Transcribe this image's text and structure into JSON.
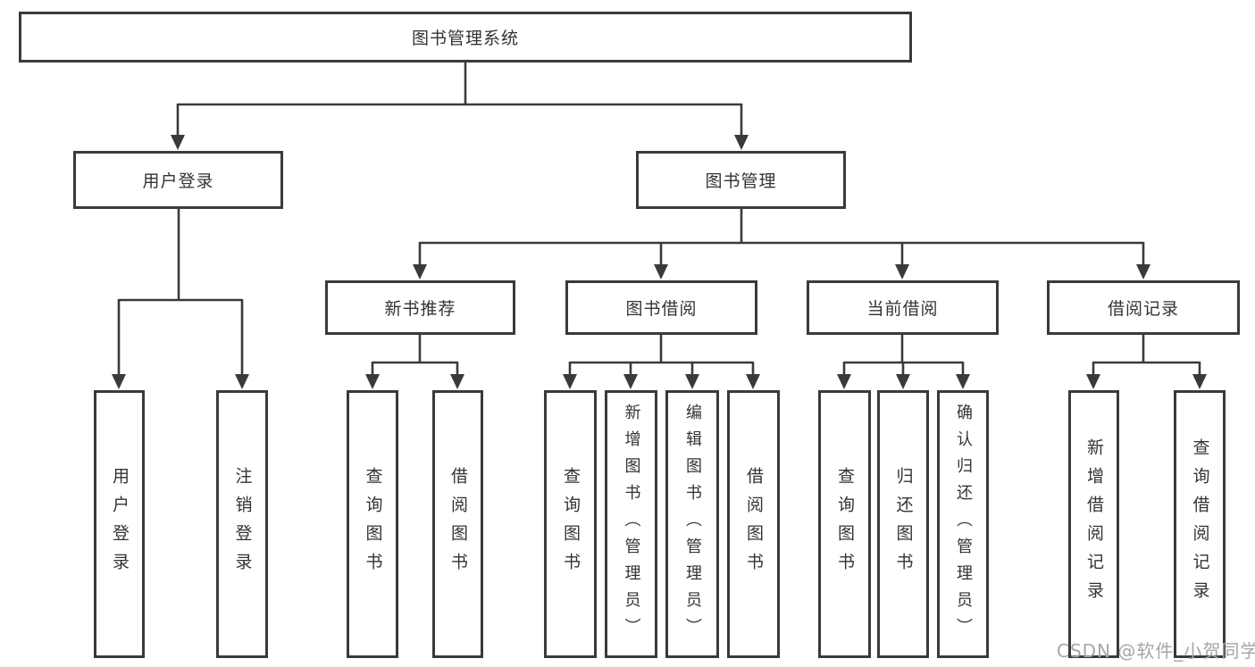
{
  "diagram": {
    "root": {
      "label": "图书管理系统"
    },
    "level2": {
      "user_login": {
        "label": "用户登录"
      },
      "book_mgmt": {
        "label": "图书管理"
      }
    },
    "level3": {
      "new_book_rec": {
        "label": "新书推荐"
      },
      "book_borrow": {
        "label": "图书借阅"
      },
      "current_borrow": {
        "label": "当前借阅"
      },
      "borrow_record": {
        "label": "借阅记录"
      }
    },
    "leaves": {
      "user_login": {
        "label": "用户登录"
      },
      "logout": {
        "label": "注销登录"
      },
      "rec_query_book": {
        "label": "查询图书"
      },
      "rec_borrow_book": {
        "label": "借阅图书"
      },
      "bb_query_book": {
        "label": "查询图书"
      },
      "bb_add_book": {
        "label": "新增图书（管理员）"
      },
      "bb_edit_book": {
        "label": "编辑图书（管理员）"
      },
      "bb_borrow_book": {
        "label": "借阅图书"
      },
      "cb_query_book": {
        "label": "查询图书"
      },
      "cb_return_book": {
        "label": "归还图书"
      },
      "cb_confirm_return": {
        "label": "确认归还（管理员）"
      },
      "br_add_record": {
        "label": "新增借阅记录"
      },
      "br_query_record": {
        "label": "查询借阅记录"
      }
    },
    "watermark": "CSDN @软件_小贺同学",
    "colors": {
      "line": "#3a3a3a",
      "text": "#333333",
      "watermark": "#a6a6a6"
    }
  }
}
